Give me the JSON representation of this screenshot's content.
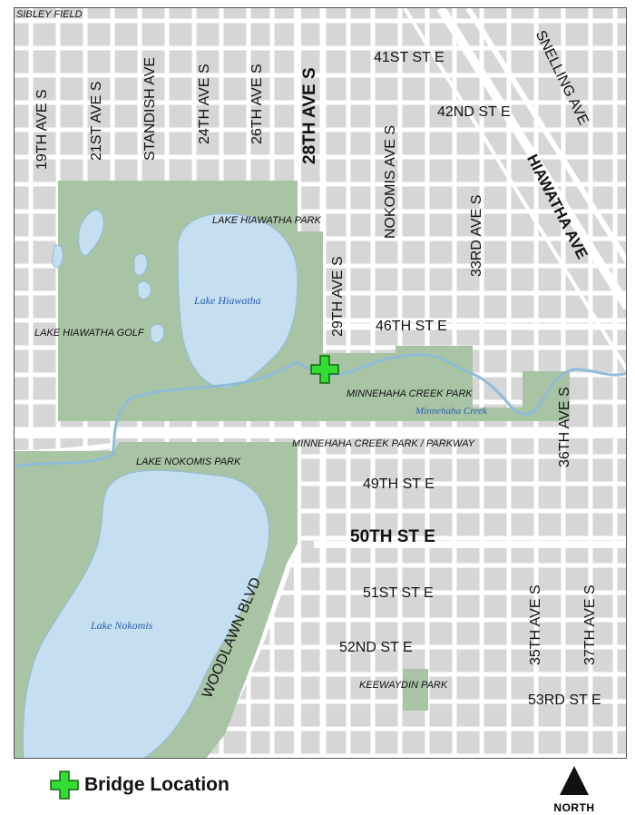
{
  "colors": {
    "block": "#d6d6d6",
    "street": "#ffffff",
    "park": "#a8c4a5",
    "water": "#c5dff0",
    "water_line": "#8fbbd9",
    "bridge": "#33dd33",
    "bridge_outline": "#116611"
  },
  "labels": {
    "sibley_field": "SIBLEY FIELD",
    "ave_19th": "19TH AVE S",
    "ave_21st": "21ST AVE S",
    "standish": "STANDISH AVE",
    "ave_24th": "24TH AVE S",
    "ave_26th": "26TH AVE S",
    "ave_28th": "28TH AVE S",
    "st_41st": "41ST ST E",
    "st_42nd": "42ND ST E",
    "nokomis_ave": "NOKOMIS AVE S",
    "ave_33rd": "33RD AVE S",
    "snelling": "SNELLING AVE",
    "hiawatha_ave": "HIAWATHA AVE",
    "lake_hiawatha_park": "LAKE HIAWATHA PARK",
    "lake_hiawatha": "Lake Hiawatha",
    "ave_29th": "29TH AVE S",
    "lake_hiawatha_golf": "LAKE HIAWATHA GOLF",
    "st_46th": "46TH ST E",
    "minnehaha_creek_park": "MINNEHAHA CREEK PARK",
    "minnehaha_creek": "Minnehaha Creek",
    "ave_36th": "36TH AVE S",
    "parkway": "MINNEHAHA CREEK PARK / PARKWAY",
    "lake_nokomis_park": "LAKE NOKOMIS PARK",
    "st_49th": "49TH ST E",
    "st_50th": "50TH ST E",
    "st_51st": "51ST ST E",
    "ave_35th": "35TH AVE S",
    "ave_37th": "37TH AVE S",
    "lake_nokomis": "Lake Nokomis",
    "woodlawn": "WOODLAWN BLVD",
    "st_52nd": "52ND ST E",
    "keewaydin_park": "KEEWAYDIN PARK",
    "st_53rd": "53RD ST E"
  },
  "legend": {
    "icon": "green-cross-icon",
    "label": "Bridge Location"
  },
  "north": {
    "icon": "north-arrow-icon",
    "label": "NORTH"
  }
}
